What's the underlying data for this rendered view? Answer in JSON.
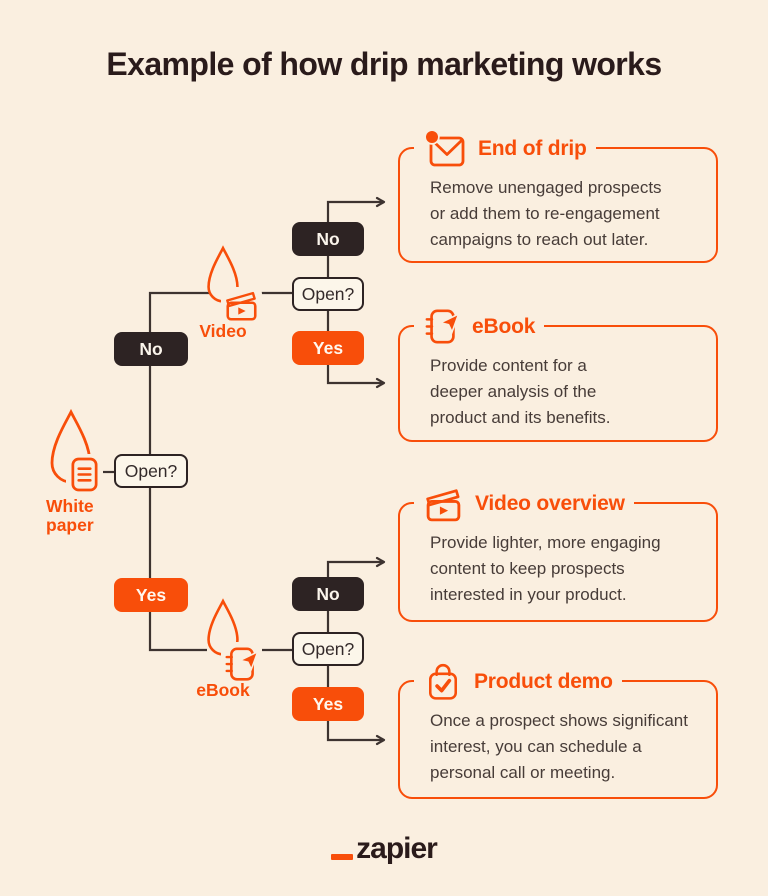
{
  "title": "Example of how drip marketing works",
  "labels": {
    "open": "Open?",
    "yes": "Yes",
    "no": "No"
  },
  "flow": {
    "root": {
      "label": "White paper",
      "icon": "white-paper-drip-icon"
    },
    "video_branch": {
      "label": "Video",
      "icon": "video-drip-icon"
    },
    "ebook_branch": {
      "label": "eBook",
      "icon": "ebook-drip-icon"
    }
  },
  "cards": [
    {
      "icon": "envelope-dot-icon",
      "title": "End of drip",
      "body": "Remove unengaged prospects\nor add them to re-engagement\ncampaigns to reach out later."
    },
    {
      "icon": "ebook-cursor-icon",
      "title": "eBook",
      "body": "Provide content for a\ndeeper analysis of the\nproduct and its benefits."
    },
    {
      "icon": "video-clapper-icon",
      "title": "Video overview",
      "body": "Provide lighter, more engaging\ncontent to keep prospects\ninterested in your product."
    },
    {
      "icon": "bag-check-icon",
      "title": "Product demo",
      "body": "Once a prospect shows significant\ninterest, you can schedule a\npersonal call or meeting."
    }
  ],
  "footer": {
    "logo_text": "zapier"
  },
  "colors": {
    "background": "#FAEFE0",
    "orange": "#F84E0A",
    "dark": "#2D2323",
    "line": "#3D3330",
    "title_text": "#2A1B1B",
    "body_text": "#473C38",
    "open_fill": "#FCF6EA"
  }
}
